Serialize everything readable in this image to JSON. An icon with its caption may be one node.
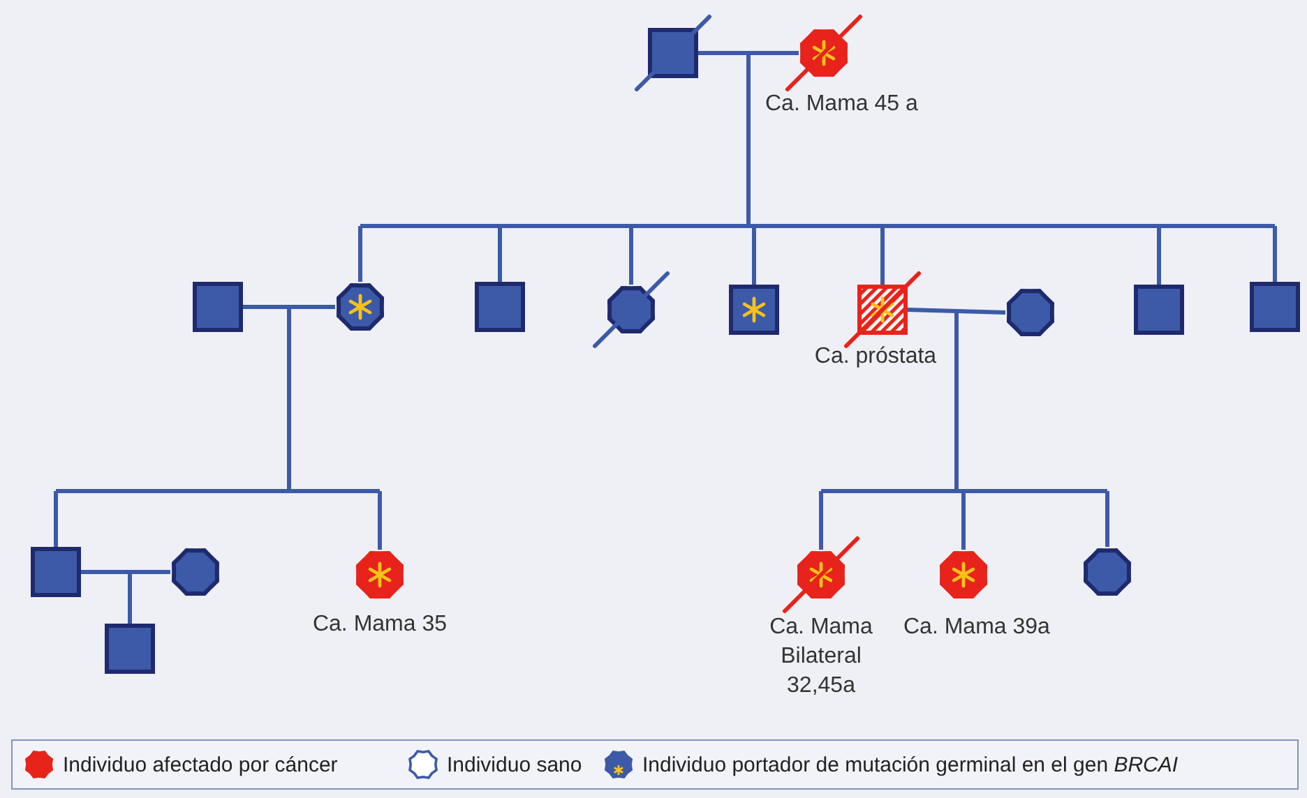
{
  "diagram": {
    "nodes": [
      {
        "text": [],
        "shape": "box"
      },
      {
        "text": [],
        "shape": "circle",
        "beside": [
          "Ca. Mama 45 a"
        ]
      },
      {
        "text": [],
        "shape": "box"
      },
      {
        "text": [],
        "shape": "circle"
      },
      {
        "text": [],
        "shape": "box"
      },
      {
        "text": [],
        "shape": "circle"
      },
      {
        "text": [],
        "shape": "box"
      },
      {
        "text": [],
        "shape": "box",
        "beside": [
          "Ca. próstata"
        ]
      },
      {
        "text": [],
        "shape": "circle"
      },
      {
        "text": [],
        "shape": "box"
      },
      {
        "text": [],
        "shape": "box"
      },
      {
        "text": [],
        "shape": "box"
      },
      {
        "text": [],
        "shape": "circle"
      },
      {
        "text": [],
        "shape": "circle",
        "beside": [
          "Ca. Mama 35"
        ]
      },
      {
        "text": [],
        "shape": "box"
      },
      {
        "text": [],
        "shape": "circle",
        "beside": [
          "Ca. Mama Bilateral 32,45a"
        ]
      },
      {
        "text": [],
        "shape": "circle",
        "beside": [
          "Ca. Mama 39a"
        ]
      },
      {
        "text": [],
        "shape": "circle"
      }
    ],
    "edges": [
      {
        "from": 0,
        "to": 1,
        "arrow": "none"
      },
      {
        "from": 2,
        "to": 3,
        "arrow": "none"
      },
      {
        "from": 7,
        "to": 8,
        "arrow": "none"
      },
      {
        "from": 11,
        "to": 12,
        "arrow": "none"
      },
      {
        "from": 0,
        "to": 3,
        "arrow": "none"
      },
      {
        "from": 0,
        "to": 4,
        "arrow": "none"
      },
      {
        "from": 0,
        "to": 5,
        "arrow": "none"
      },
      {
        "from": 0,
        "to": 6,
        "arrow": "none"
      },
      {
        "from": 0,
        "to": 7,
        "arrow": "none"
      },
      {
        "from": 0,
        "to": 9,
        "arrow": "none"
      },
      {
        "from": 0,
        "to": 10,
        "arrow": "none"
      },
      {
        "from": 1,
        "to": 3,
        "arrow": "none"
      },
      {
        "from": 1,
        "to": 4,
        "arrow": "none"
      },
      {
        "from": 1,
        "to": 5,
        "arrow": "none"
      },
      {
        "from": 1,
        "to": 6,
        "arrow": "none"
      },
      {
        "from": 1,
        "to": 7,
        "arrow": "none"
      },
      {
        "from": 1,
        "to": 9,
        "arrow": "none"
      },
      {
        "from": 1,
        "to": 10,
        "arrow": "none"
      },
      {
        "from": 2,
        "to": 11,
        "arrow": "none"
      },
      {
        "from": 2,
        "to": 13,
        "arrow": "none"
      },
      {
        "from": 3,
        "to": 11,
        "arrow": "none"
      },
      {
        "from": 3,
        "to": 13,
        "arrow": "none"
      },
      {
        "from": 7,
        "to": 15,
        "arrow": "none"
      },
      {
        "from": 7,
        "to": 16,
        "arrow": "none"
      },
      {
        "from": 7,
        "to": 17,
        "arrow": "none"
      },
      {
        "from": 8,
        "to": 15,
        "arrow": "none"
      },
      {
        "from": 8,
        "to": 16,
        "arrow": "none"
      },
      {
        "from": 8,
        "to": 17,
        "arrow": "none"
      },
      {
        "from": 11,
        "to": 14,
        "arrow": "none"
      },
      {
        "from": 12,
        "to": 14,
        "arrow": "none"
      }
    ],
    "legend": [
      {
        "text": "Individuo afectado por cáncer",
        "color": "#e8231b"
      },
      {
        "text": "Individuo sano"
      },
      {
        "text": "Individuo portador de mutación germinal en el gen *BRCAI*"
      }
    ]
  }
}
